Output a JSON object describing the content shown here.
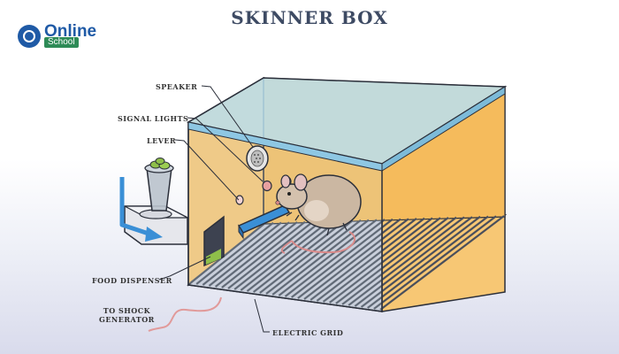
{
  "title": "SKINNER BOX",
  "logo": {
    "text": "Online",
    "sub": "School"
  },
  "labels": {
    "speaker": "SPEAKER",
    "signal_lights": "SIGNAL LIGHTS",
    "lever": "LEVER",
    "food_dispenser": "FOOD DISPENSER",
    "shock_line1": "TO SHOCK",
    "shock_line2": "GENERATOR",
    "electric_grid": "ELECTRIC GRID"
  },
  "colors": {
    "title": "#3d4a63",
    "wall": "#f7c774",
    "glass": "#b8dff0",
    "grid": "#4a4f5c",
    "arrow": "#3a8fd6",
    "rat": "#cbb7a2"
  }
}
